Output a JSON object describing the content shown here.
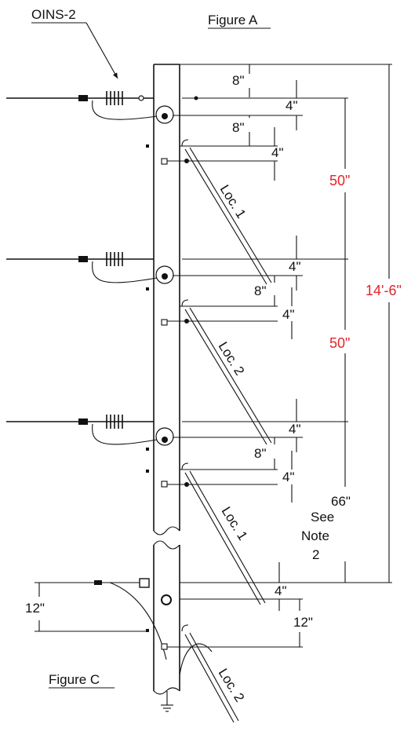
{
  "title": "Figure A",
  "figure_c": "Figure C",
  "insulator_label": "OINS-2",
  "colors": {
    "line": "#111111",
    "accent_red": "#e0252a",
    "background": "#ffffff"
  },
  "dims": {
    "d8_top": "8\"",
    "d4_top": "4\"",
    "d8_second": "8\"",
    "d4_second": "4\"",
    "d50_upper": "50\"",
    "d4_mid1": "4\"",
    "d8_mid1": "8\"",
    "d4_mid1b": "4\"",
    "d50_lower": "50\"",
    "d14_6": "14'-6\"",
    "d4_mid2": "4\"",
    "d8_mid2": "8\"",
    "d4_mid2b": "4\"",
    "d66": "66\"",
    "see": "See",
    "note": "Note",
    "note_num": "2",
    "d4_bottom": "4\"",
    "d12_right": "12\"",
    "d12_left": "12\""
  },
  "locations": {
    "loc1_upper": "Loc. 1",
    "loc2_mid": "Loc. 2",
    "loc1_lower": "Loc. 1",
    "loc2_bottom": "Loc. 2"
  }
}
